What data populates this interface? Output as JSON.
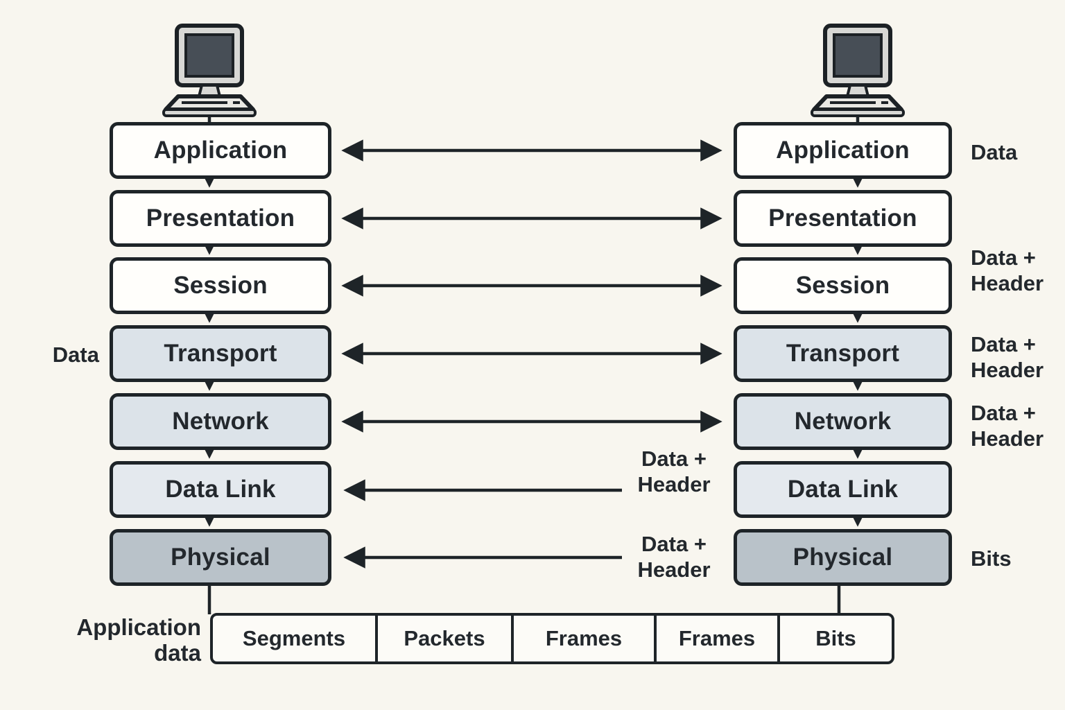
{
  "stacks": {
    "left": {
      "layers": [
        "Application",
        "Presentation",
        "Session",
        "Transport",
        "Network",
        "Data Link",
        "Physical"
      ]
    },
    "right": {
      "layers": [
        "Application",
        "Presentation",
        "Session",
        "Transport",
        "Network",
        "Data Link",
        "Physical"
      ]
    }
  },
  "annotations": {
    "left_data": "Data",
    "right": [
      "Data",
      "Data +\nHeader",
      "Data +\nHeader",
      "Data +\nHeader",
      "Bits"
    ],
    "middle": [
      "Data +\nHeader",
      "Data +\nHeader"
    ],
    "bottom_left": "Application\ndata"
  },
  "pdu_row": {
    "cells": [
      "Segments",
      "Packets",
      "Frames",
      "Frames",
      "Bits"
    ]
  },
  "icons": {
    "left": "desktop-computer",
    "right": "desktop-computer"
  },
  "colors": {
    "background": "#f8f6ef",
    "box_fill_white": "#fffefb",
    "box_fill_light": "#dce3e9",
    "box_fill_lighter": "#e4e9ee",
    "box_fill_dark": "#b9c2c9",
    "stroke": "#1e2428",
    "text": "#23282d",
    "table_fill": "#fcfbf7"
  }
}
